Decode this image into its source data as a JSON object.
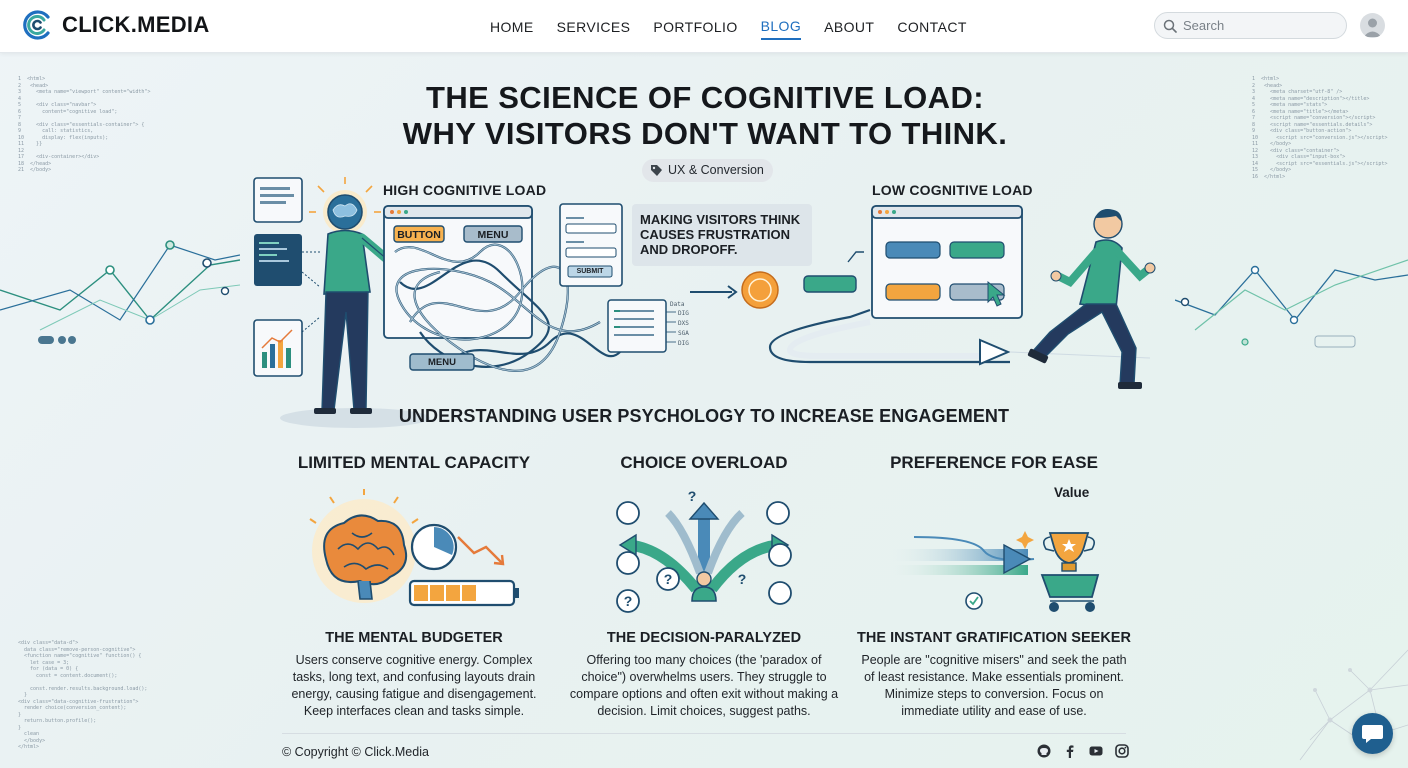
{
  "brand": {
    "name": "CLICK.MEDIA"
  },
  "nav": {
    "items": [
      {
        "label": "HOME"
      },
      {
        "label": "SERVICES"
      },
      {
        "label": "PORTFOLIO"
      },
      {
        "label": "BLOG"
      },
      {
        "label": "ABOUT"
      },
      {
        "label": "CONTACT"
      }
    ],
    "active": "BLOG"
  },
  "search": {
    "placeholder": "Search"
  },
  "article": {
    "title_line1": "THE SCIENCE OF COGNITIVE LOAD:",
    "title_line2": "WHY VISITORS DON'T WANT TO THINK.",
    "tag": "UX & Conversion",
    "hero": {
      "high_label": "HIGH COGNITIVE LOAD",
      "low_label": "LOW COGNITIVE LOAD",
      "callout": "MAKING VISITORS THINK CAUSES FRUSTRATION AND DROPOFF.",
      "button_label": "BUTTON",
      "menu_label": "MENU",
      "menu_label2": "MENU",
      "submit_label": "SUBMIT"
    },
    "subhead": "UNDERSTANDING USER PSYCHOLOGY TO INCREASE ENGAGEMENT",
    "columns": [
      {
        "title": "LIMITED MENTAL CAPACITY",
        "persona": "THE MENTAL BUDGETER",
        "body": "Users conserve cognitive energy. Complex tasks, long text, and confusing layouts drain energy, causing fatigue and disengagement. Keep interfaces clean and tasks simple."
      },
      {
        "title": "CHOICE OVERLOAD",
        "persona": "THE DECISION-PARALYZED",
        "body": "Offering too many choices (the 'paradox of choice\") overwhelms users. They struggle to compare options and often exit without making a decision. Limit choices, suggest paths."
      },
      {
        "title": "PREFERENCE FOR EASE",
        "persona": "THE INSTANT GRATIFICATION SEEKER",
        "body": "People are \"cognitive misers\" and seek the path of least resistance. Make essentials prominent. Minimize steps to conversion. Focus on immediate utility and ease of use.",
        "art_label": "Value"
      }
    ]
  },
  "footer": {
    "copyright": "© Copyright © Click.Media",
    "social": [
      "github-icon",
      "facebook-icon",
      "youtube-icon",
      "instagram-icon"
    ]
  },
  "colors": {
    "accent": "#1f6fbf",
    "orange": "#f3a53f",
    "teal": "#3aa889",
    "navy": "#1f4d6f"
  }
}
